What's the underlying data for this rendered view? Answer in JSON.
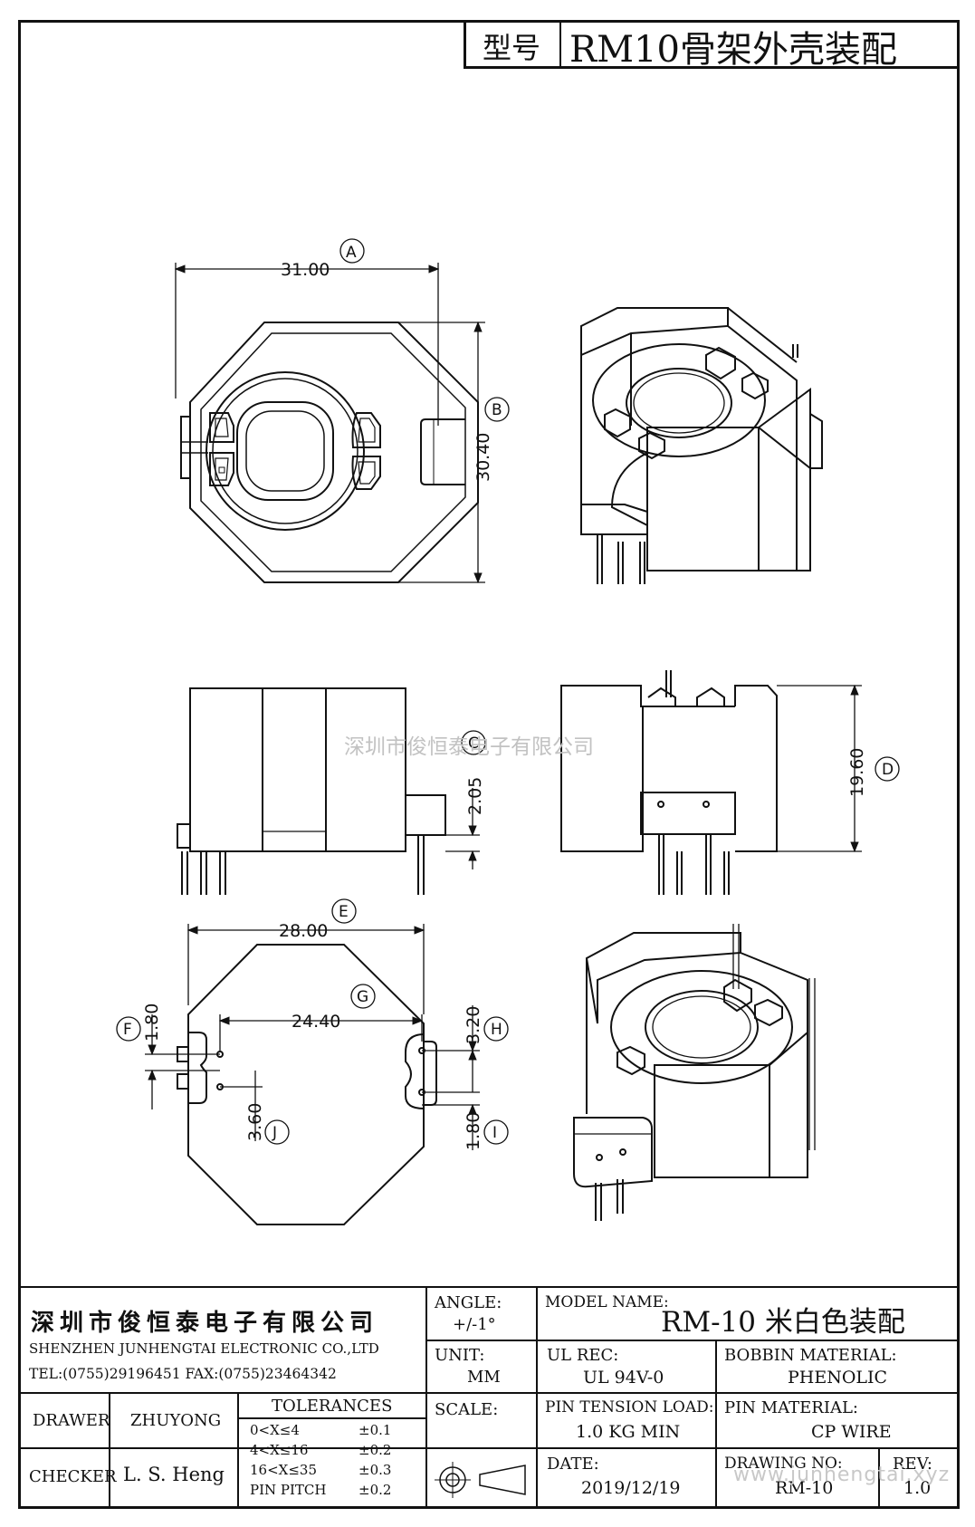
{
  "header": {
    "model_label": "型号",
    "drawing_title": "RM10骨架外壳装配"
  },
  "dimensions": {
    "a_value": "31.00",
    "a_tag": "A",
    "b_value": "30.40",
    "b_tag": "B",
    "c_value": "2.05",
    "c_tag": "C",
    "d_value": "19.60",
    "d_tag": "D",
    "e_value": "28.00",
    "e_tag": "E",
    "f_value": "1.80",
    "f_tag": "F",
    "g_value": "24.40",
    "g_tag": "G",
    "h_value": "3.20",
    "h_tag": "H",
    "i_value": "1.80",
    "i_tag": "I",
    "j_value": "3.60",
    "j_tag": "J"
  },
  "watermark_center": "深圳市俊恒泰电子有限公司",
  "watermark_corner": "www.junhengtai.xyz",
  "title_block": {
    "company_cn": "深圳市俊恒泰电子有限公司",
    "company_en": "SHENZHEN JUNHENGTAI ELECTRONIC CO.,LTD",
    "contact": "TEL:(0755)29196451 FAX:(0755)23464342",
    "angle_label": "ANGLE:",
    "angle_value": "+/-1°",
    "model_name_label": "MODEL NAME:",
    "model_name_value": "RM-10 米白色装配",
    "unit_label": "UNIT:",
    "unit_value": "MM",
    "ul_rec_label": "UL REC:",
    "ul_rec_value": "UL 94V-0",
    "bobbin_material_label": "BOBBIN MATERIAL:",
    "bobbin_material_value": "PHENOLIC",
    "drawer_label": "DRAWER",
    "drawer_value": "ZHUYONG",
    "checker_label": "CHECKER",
    "checker_value": "L. S. Heng",
    "tolerances_label": "TOLERANCES",
    "tol_rows": [
      {
        "range": "0<X≤4",
        "tol": "±0.1"
      },
      {
        "range": "4<X≤16",
        "tol": "±0.2"
      },
      {
        "range": "16<X≤35",
        "tol": "±0.3"
      },
      {
        "range": "PIN PITCH",
        "tol": "±0.2"
      }
    ],
    "scale_label": "SCALE:",
    "pin_tension_label": "PIN TENSION LOAD:",
    "pin_tension_value": "1.0 KG MIN",
    "pin_material_label": "PIN MATERIAL:",
    "pin_material_value": "CP WIRE",
    "date_label": "DATE:",
    "date_value": "2019/12/19",
    "drawing_no_label": "DRAWING NO:",
    "drawing_no_value": "RM-10",
    "rev_label": "REV:",
    "rev_value": "1.0"
  }
}
